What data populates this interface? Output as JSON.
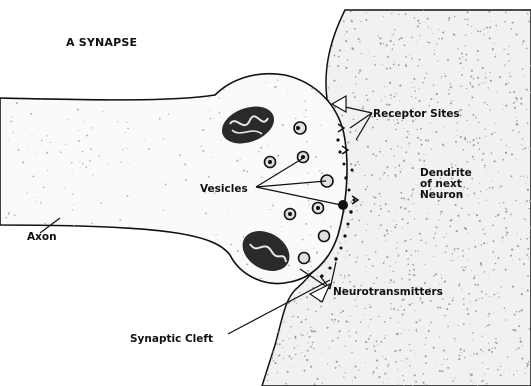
{
  "title": "A SYNAPSE",
  "labels": {
    "receptor_sites": "Receptor Sites",
    "dendrite_line1": "Dendrite",
    "dendrite_line2": "of next",
    "dendrite_line3": "Neuron",
    "vesicles": "Vesicles",
    "axon": "Axon",
    "neurotransmitters": "Neurotransmitters",
    "synaptic_cleft": "Synaptic Cleft"
  },
  "colors": {
    "ink": "#111111",
    "stipple": "#9a9a9a",
    "background": "#ffffff"
  }
}
